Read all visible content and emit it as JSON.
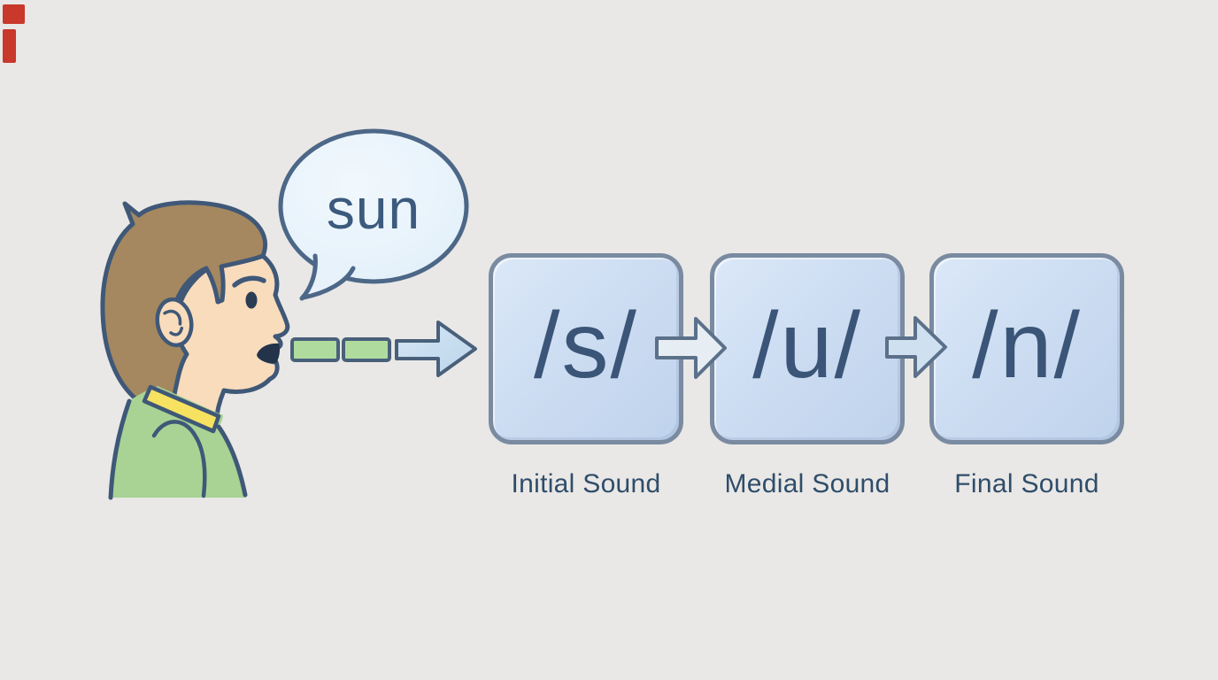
{
  "scene": {
    "description": "Phoneme segmentation diagram: child says a word, split into initial, medial and final sounds",
    "background_color": "#e9e8e6",
    "word_bubble": {
      "word": "sun"
    },
    "phoneme_boxes": [
      {
        "symbol": "/s/",
        "label": "Initial Sound"
      },
      {
        "symbol": "/u/",
        "label": "Medial Sound"
      },
      {
        "symbol": "/n/",
        "label": "Final Sound"
      }
    ],
    "colors": {
      "outline": "#3f5878",
      "box_fill": "#cdddf2",
      "box_border": "#7a8ba1",
      "phoneme_text": "#3a5577",
      "label_text": "#2f4d6a",
      "bubble_fill": "#ebf4fb",
      "bubble_border": "#4c6787",
      "dash_green": "#b0db9f",
      "mouth_arrow_blue": "#c9def0",
      "gap_arrow_1_fill": "#e6edf3",
      "gap_arrow_2_fill": "#cfe0f1",
      "skin": "#f9dcbc",
      "hair": "#a5885f",
      "shirt": "#a8d394",
      "collar": "#f7e160",
      "corner_mark_red": "#c8382b"
    }
  }
}
